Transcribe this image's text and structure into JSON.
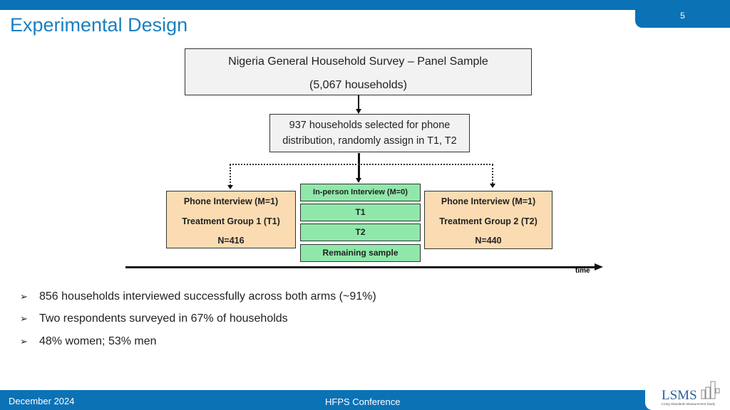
{
  "slide": {
    "number": "5",
    "title": "Experimental Design"
  },
  "diagram": {
    "survey": {
      "line1": "Nigeria General Household Survey – Panel Sample",
      "line2": "(5,067 households)"
    },
    "selected": {
      "line1": "937 households selected for phone",
      "line2": "distribution, randomly assign in T1, T2"
    },
    "t1": {
      "line1": "Phone Interview (M=1)",
      "line2": "Treatment Group 1 (T1)",
      "line3": "N=416"
    },
    "t2": {
      "line1": "Phone Interview (M=1)",
      "line2": "Treatment Group 2 (T2)",
      "line3": "N=440"
    },
    "inperson": [
      "In-person Interview (M=0)",
      "T1",
      "T2",
      "Remaining sample"
    ],
    "time_label": "time"
  },
  "bullets": [
    "856 households interviewed successfully across both arms (~91%)",
    "Two respondents surveyed in 67% of households",
    "48% women; 53% men"
  ],
  "footer": {
    "date": "December 2024",
    "conference": "HFPS Conference",
    "logo": "LSMS",
    "logo_sub": "Living Standards Measurement Study"
  },
  "colors": {
    "brand_blue": "#0b72b5",
    "tan": "#fbdcb2",
    "green": "#8fe8aa"
  }
}
